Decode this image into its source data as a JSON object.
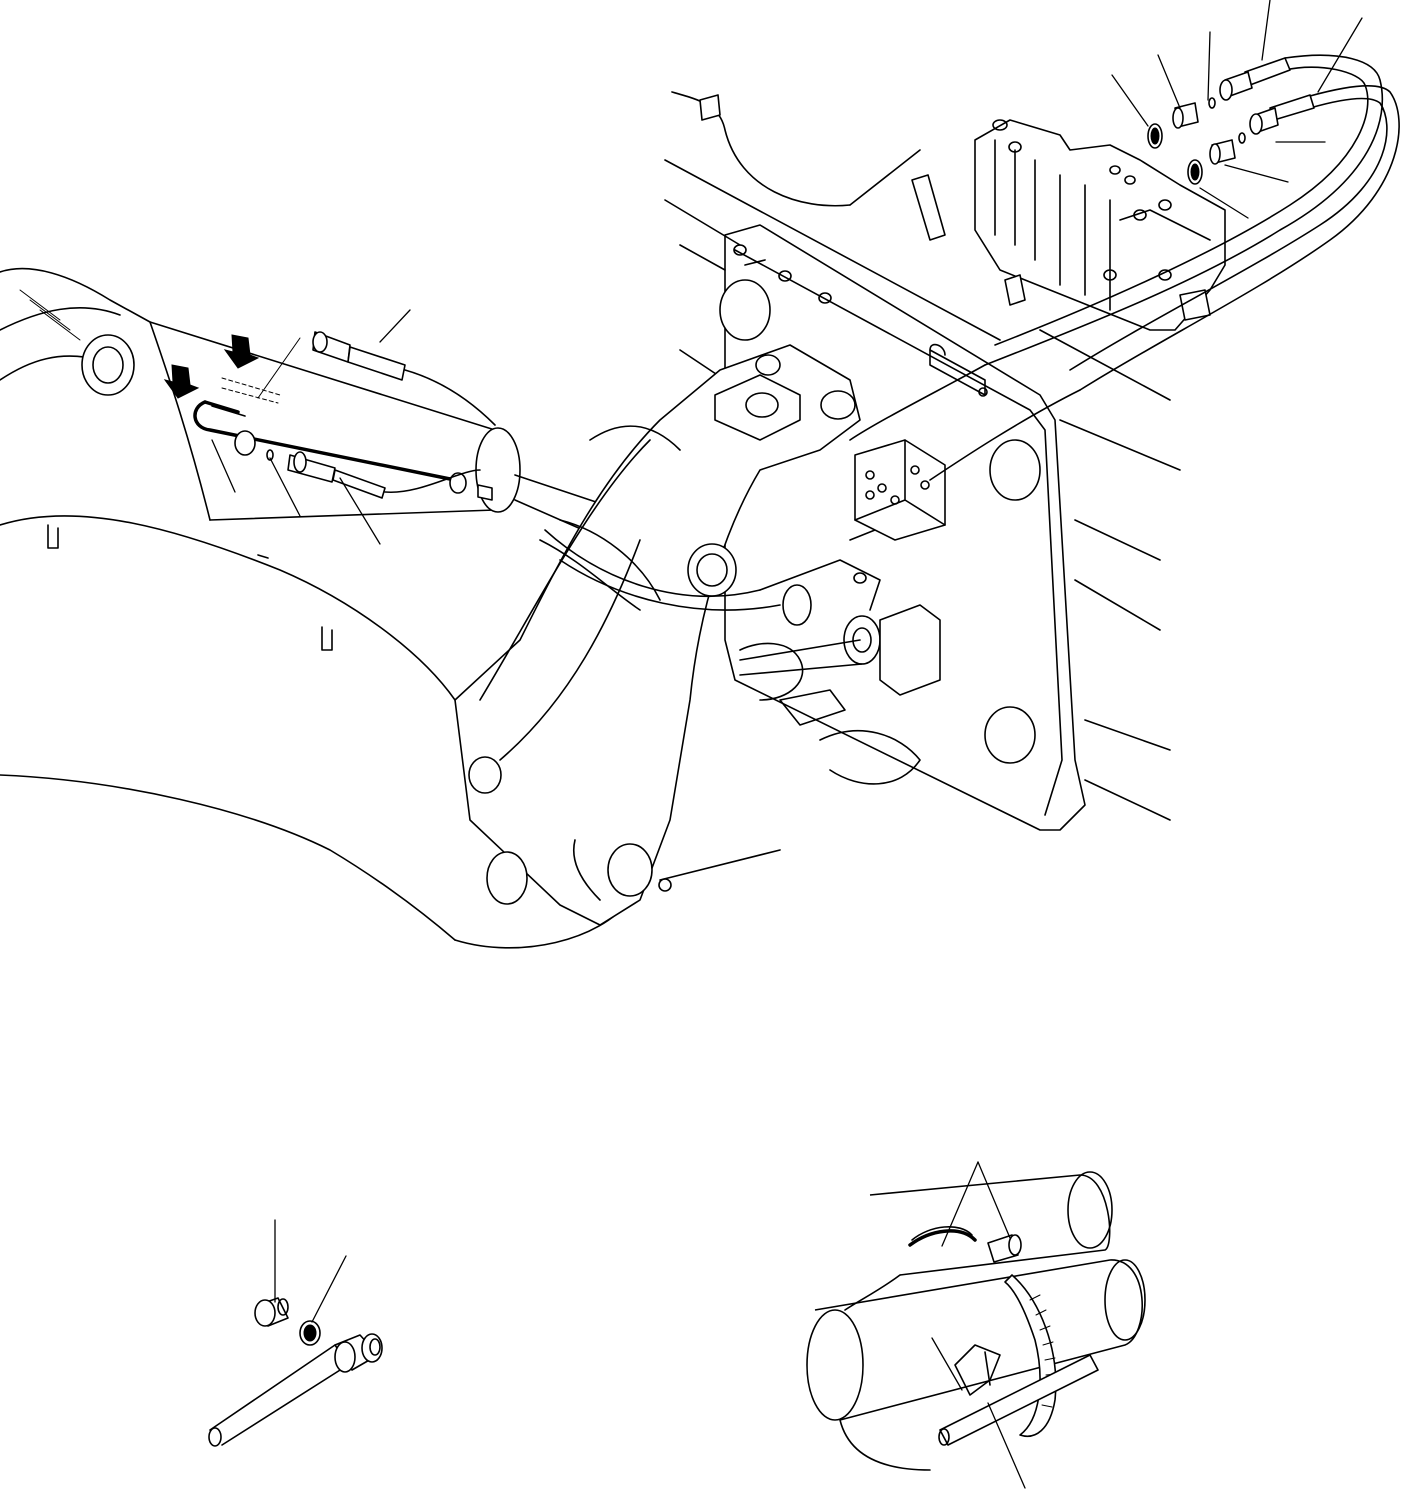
{
  "figure": {
    "kind": "exploded-parts-illustration",
    "views": [
      "main-assembly",
      "detail-fitting",
      "detail-hose-clamp"
    ]
  }
}
